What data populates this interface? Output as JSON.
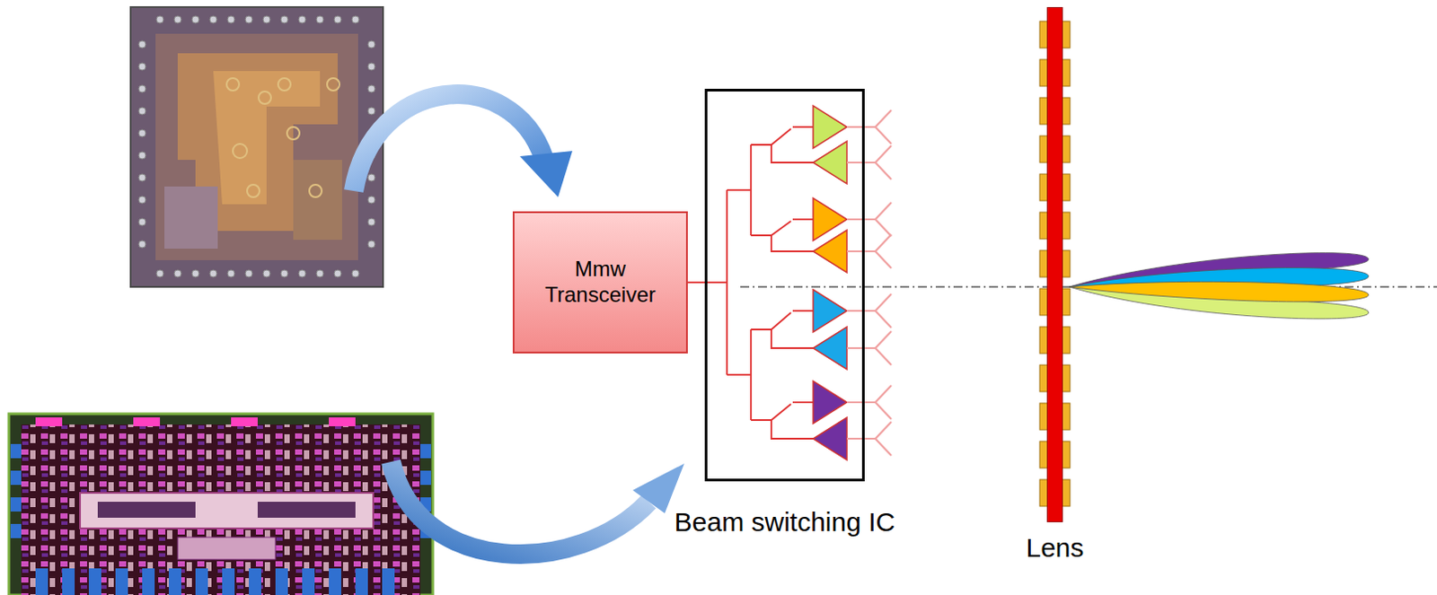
{
  "diagram": {
    "nodes": [
      {
        "text": [
          "Mmw Transceiver"
        ]
      },
      {
        "text": [
          "Beam switching IC"
        ]
      },
      {
        "text": [
          "Lens"
        ]
      }
    ],
    "edges": [
      {
        "from": 0,
        "to": 1,
        "arrow": "none"
      }
    ]
  }
}
